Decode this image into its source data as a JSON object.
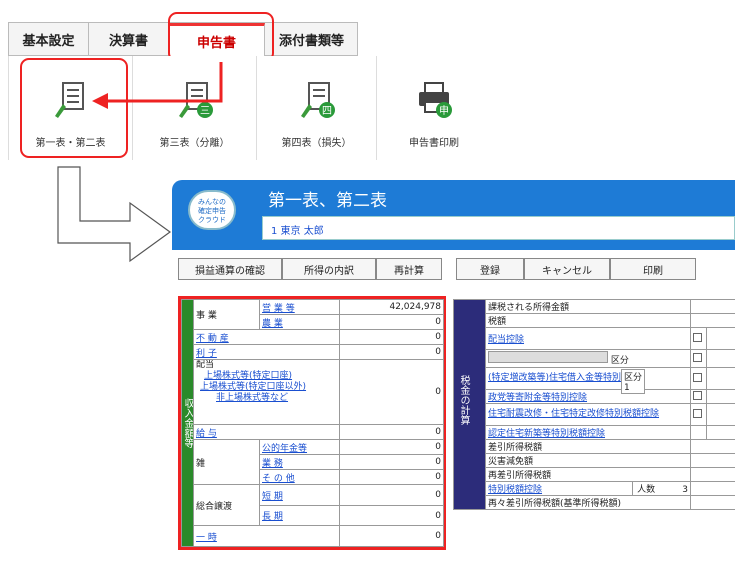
{
  "tabs": [
    "基本設定",
    "決算書",
    "申告書",
    "添付書類等"
  ],
  "tools": [
    "第一表・第二表",
    "第三表（分離）",
    "第四表（損失）",
    "申告書印刷"
  ],
  "tool_badges": [
    "",
    "三",
    "四",
    "申"
  ],
  "window": {
    "title": "第一表、第二表",
    "user": "1 東京 太郎",
    "logo": "みんなの\n確定申告\nクラウド"
  },
  "buttons": [
    "損益通算の確認",
    "所得の内訳",
    "再計算",
    "登録",
    "キャンセル",
    "印刷"
  ],
  "income": {
    "side_label": "収入金額等",
    "jigyo": "事 業",
    "eigyo": "営 業 等",
    "eigyo_val": "42,024,978",
    "nogyo": "農 業",
    "nogyo_val": "0",
    "fudosan": "不 動 産",
    "fudosan_val": "0",
    "rishi": "利 子",
    "rishi_val": "0",
    "haito": "配当",
    "haito1": "上場株式等(特定口座)",
    "haito2": "上場株式等(特定口座以外)",
    "haito3": "非上場株式等など",
    "haito_val": "0",
    "kyuyo": "給 与",
    "kyuyo_val": "0",
    "zatsu": "雑",
    "nenkin": "公的年金等",
    "nenkin_val": "0",
    "gyomu": "業 務",
    "gyomu_val": "0",
    "sonota": "そ の 他",
    "sonota_val": "0",
    "jouto": "総合譲渡",
    "tanki": "短 期",
    "tanki_val": "0",
    "choki": "長 期",
    "choki_val": "0",
    "ichiji": "一 時",
    "ichiji_val": "0"
  },
  "tax": {
    "side_label": "税金の計算",
    "rows": [
      "課税される所得金額",
      "税額",
      "配当控除",
      "",
      "(特定増改築等)住宅借入金等特別控除",
      "政党等寄附金等特別控除",
      "住宅耐震改修・住宅特定改修特別税額控除",
      "認定住宅新築等特別税額控除",
      "差引所得税額",
      "災害減免額",
      "再差引所得税額",
      "特別税額控除",
      "再々差引所得税額(基準所得税額)"
    ],
    "kubun": "区分",
    "kubun_val": "1",
    "ninzu": "人数",
    "ninzu_val": "3"
  }
}
